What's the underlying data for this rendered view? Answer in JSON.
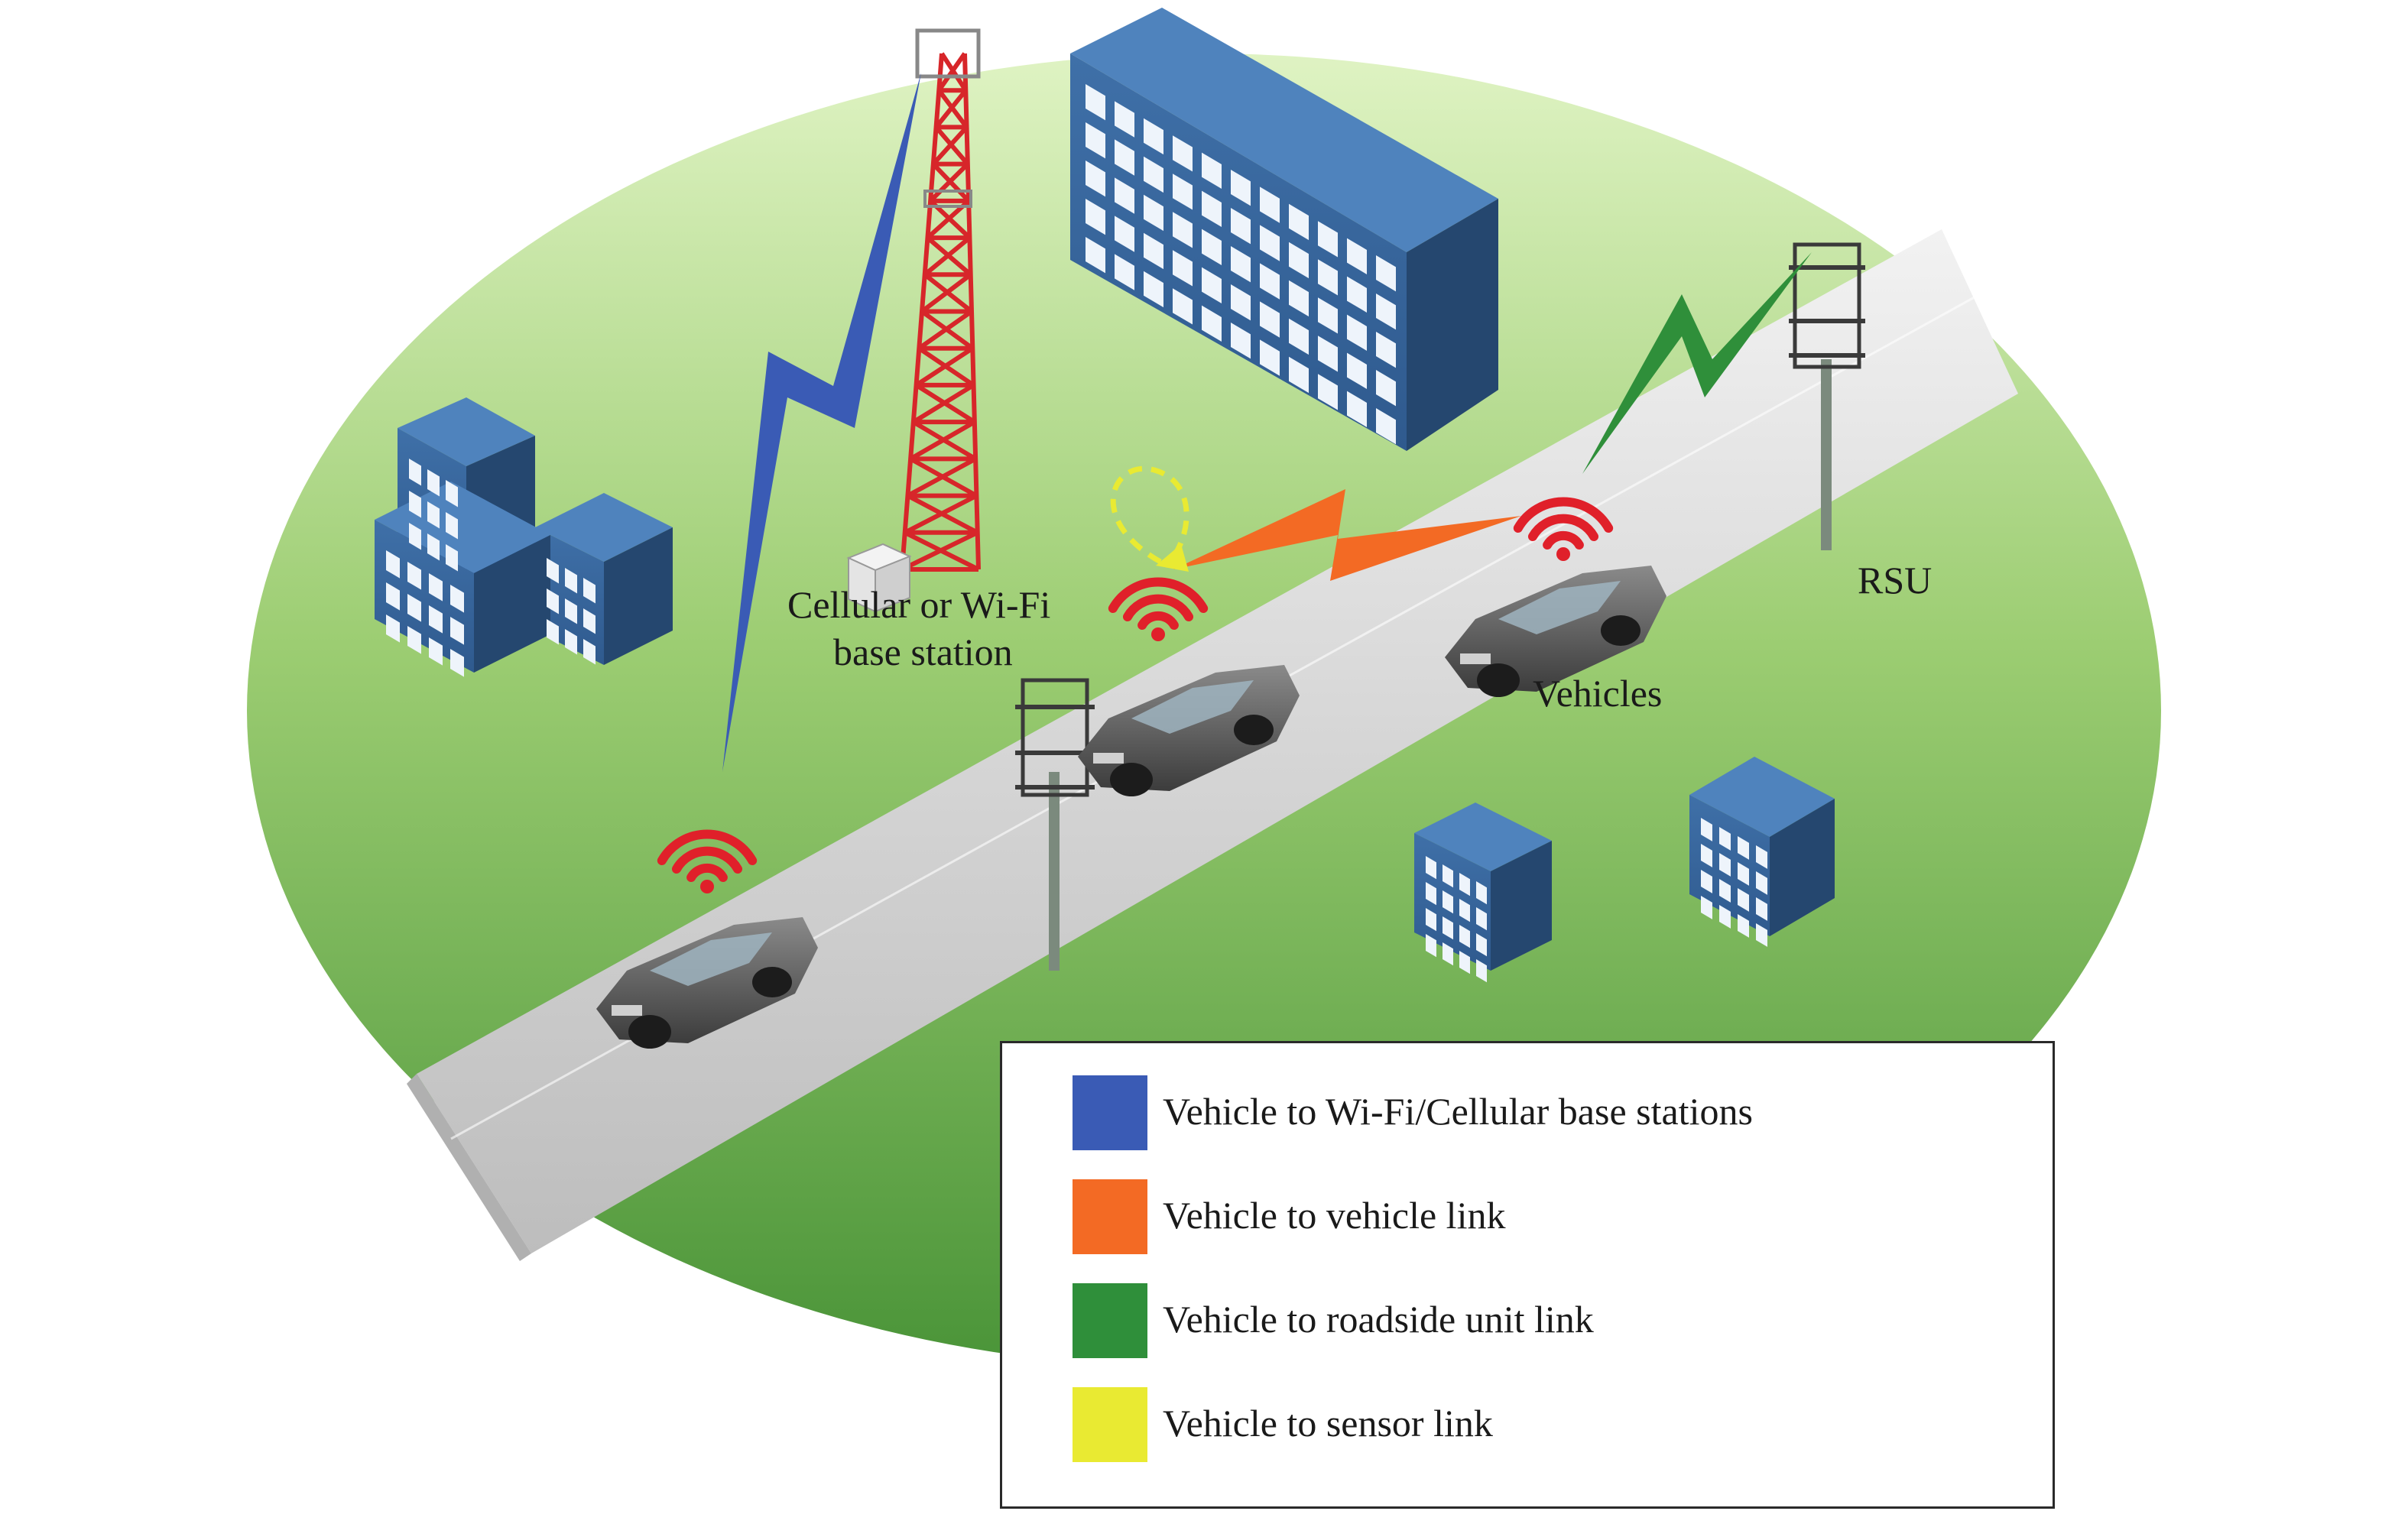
{
  "labels": {
    "base_station_line1": "Cellular or Wi-Fi",
    "base_station_line2": "base station",
    "rsu": "RSU",
    "vehicles": "Vehicles"
  },
  "legend": [
    {
      "label": "Vehicle to Wi-Fi/Cellular base stations",
      "color": "#3a5bb5"
    },
    {
      "label": "Vehicle to vehicle link",
      "color": "#f36a24"
    },
    {
      "label": "Vehicle to roadside unit link",
      "color": "#2f8f3a"
    },
    {
      "label": "Vehicle to sensor link",
      "color": "#e9ea32"
    }
  ],
  "colors": {
    "ground_top": "#d9f0b8",
    "ground_bottom": "#4f9a3c",
    "road": "#d4d4d4",
    "building": "#3a6aa0",
    "signal": "#e0202a"
  }
}
